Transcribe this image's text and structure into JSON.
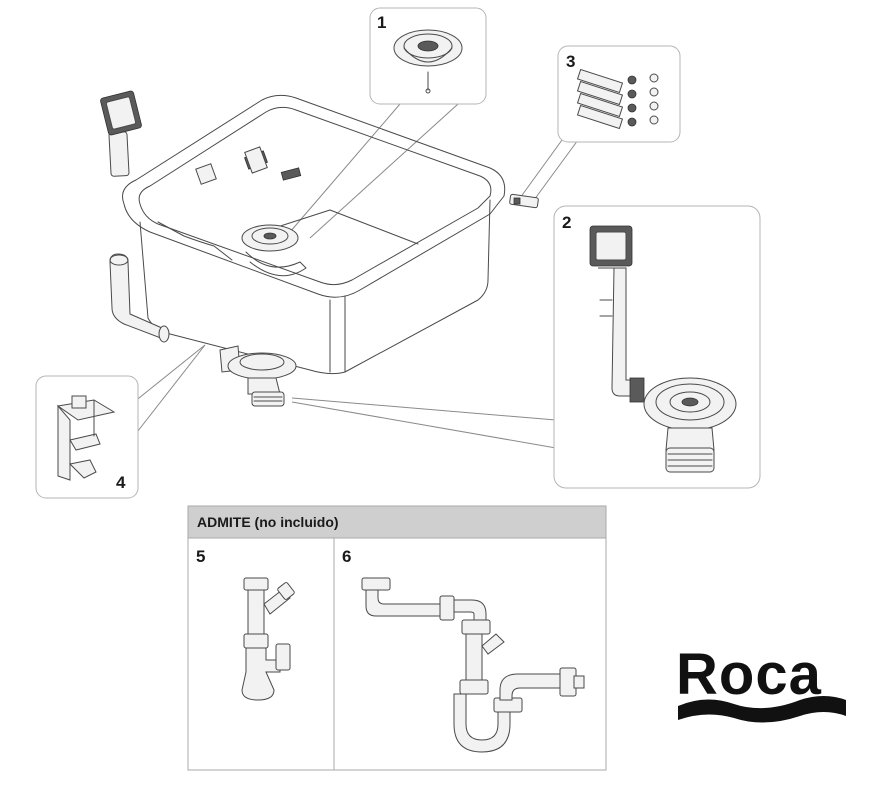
{
  "callouts": {
    "c1": "1",
    "c2": "2",
    "c3": "3",
    "c4": "4",
    "c5": "5",
    "c6": "6"
  },
  "accessories": {
    "header": "ADMITE (no incluido)",
    "header_color": "#cfcfcf"
  },
  "brand": {
    "logo_text": "Roca",
    "logo_color": "#111111"
  }
}
